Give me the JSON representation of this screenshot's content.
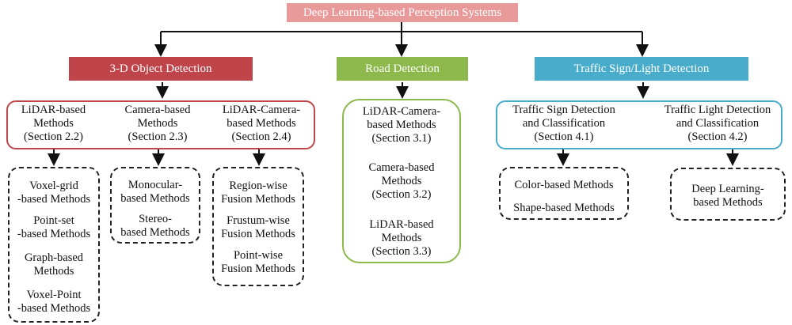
{
  "root": "Deep Learning-based Perception Systems",
  "colors": {
    "root": "#e89a9a",
    "object_detection": "#c0454a",
    "road_detection": "#8db84c",
    "traffic_detection": "#4aaccb"
  },
  "object_detection": {
    "header": "3-D Object Detection",
    "groups": [
      {
        "title": [
          "LiDAR-based",
          "Methods",
          "(Section 2.2)"
        ],
        "methods": [
          [
            "Voxel-grid",
            "-based Methods"
          ],
          [
            "Point-set",
            "-based Methods"
          ],
          [
            "Graph-based",
            "Methods"
          ],
          [
            "Voxel-Point",
            "-based Methods"
          ]
        ]
      },
      {
        "title": [
          "Camera-based",
          "Methods",
          "(Section 2.3)"
        ],
        "methods": [
          [
            "Monocular-",
            "based Methods"
          ],
          [
            "Stereo-",
            "based Methods"
          ]
        ]
      },
      {
        "title": [
          "LiDAR-Camera-",
          "based  Methods",
          "(Section 2.4)"
        ],
        "methods": [
          [
            "Region-wise",
            "Fusion Methods"
          ],
          [
            "Frustum-wise",
            "Fusion Methods"
          ],
          [
            "Point-wise",
            "Fusion Methods"
          ]
        ]
      }
    ]
  },
  "road_detection": {
    "header": "Road Detection",
    "items": [
      [
        "LiDAR-Camera-",
        "based  Methods",
        "(Section 3.1)"
      ],
      [
        "Camera-based",
        "Methods",
        "(Section 3.2)"
      ],
      [
        "LiDAR-based",
        "Methods",
        "(Section 3.3)"
      ]
    ]
  },
  "traffic_detection": {
    "header": "Traffic Sign/Light Detection",
    "groups": [
      {
        "title": [
          "Traffic Sign Detection",
          "and Classification",
          "(Section 4.1)"
        ],
        "methods": [
          [
            "Color-based Methods"
          ],
          [
            "Shape-based Methods"
          ]
        ]
      },
      {
        "title": [
          "Traffic Light Detection",
          "and Classification",
          "(Section 4.2)"
        ],
        "methods": [
          [
            "Deep Learning-",
            "based Methods"
          ]
        ]
      }
    ]
  }
}
